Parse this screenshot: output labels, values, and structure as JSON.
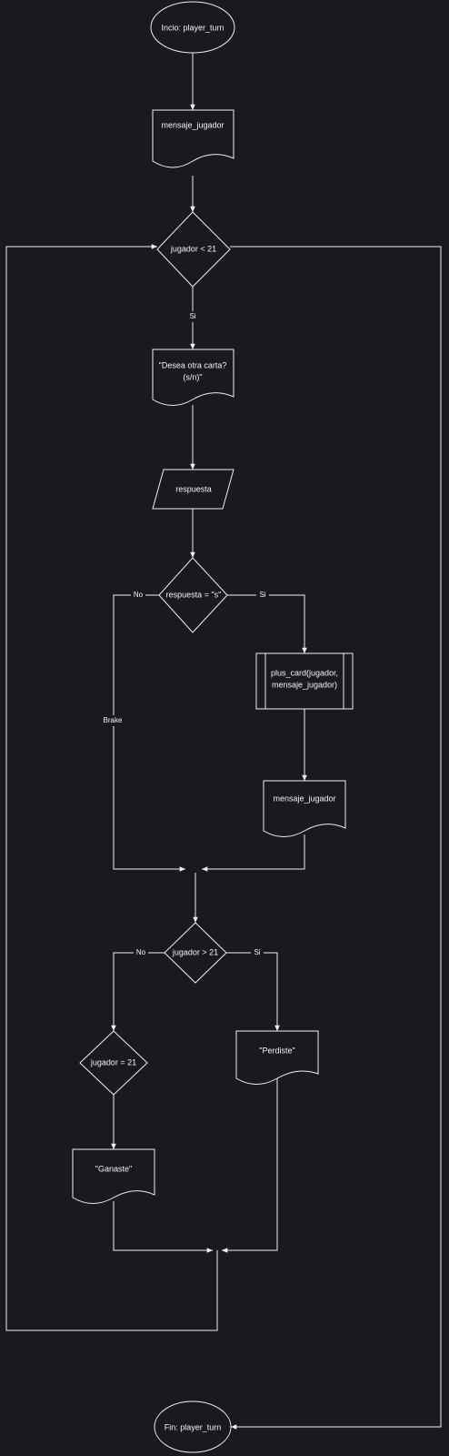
{
  "nodes": {
    "start": "Incio: player_turn",
    "msg1": "mensaje_jugador",
    "cond1": "jugador < 21",
    "ask_line1": "\"Desea otra carta?",
    "ask_line2": "(s/n)\"",
    "input": "respuesta",
    "cond2": "respuesta = \"s\"",
    "plus_line1": "plus_card(jugador,",
    "plus_line2": "mensaje_jugador)",
    "msg2": "mensaje_jugador",
    "cond3": "jugador > 21",
    "cond4": "jugador = 21",
    "win": "\"Ganaste\"",
    "lose": "\"Perdiste\"",
    "end": "Fin: player_turn"
  },
  "edge_labels": {
    "si1": "Si",
    "no2": "No",
    "si2": "Si",
    "brake": "Brake",
    "no3": "No",
    "si3": "Si"
  }
}
